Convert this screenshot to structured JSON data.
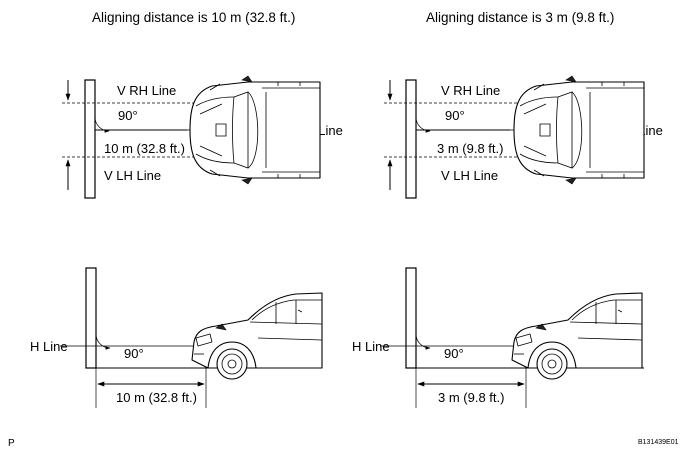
{
  "panels": {
    "top_left": {
      "title": "Aligning distance is 10 m (32.8 ft.)",
      "v_rh_line": "V RH Line",
      "angle": "90°",
      "v_line": "V Line",
      "distance": "10 m (32.8 ft.)",
      "v_lh_line": "V LH Line"
    },
    "top_right": {
      "title": "Aligning distance is 3 m (9.8 ft.)",
      "v_rh_line": "V RH Line",
      "angle": "90°",
      "v_line": "V Line",
      "distance": "3 m (9.8 ft.)",
      "v_lh_line": "V LH Line"
    },
    "bottom_left": {
      "h_line": "H Line",
      "angle": "90°",
      "distance": "10 m (32.8 ft.)"
    },
    "bottom_right": {
      "h_line": "H Line",
      "angle": "90°",
      "distance": "3 m (9.8 ft.)"
    }
  },
  "footer": {
    "page_marker": "P",
    "figure_code": "B131439E01"
  }
}
